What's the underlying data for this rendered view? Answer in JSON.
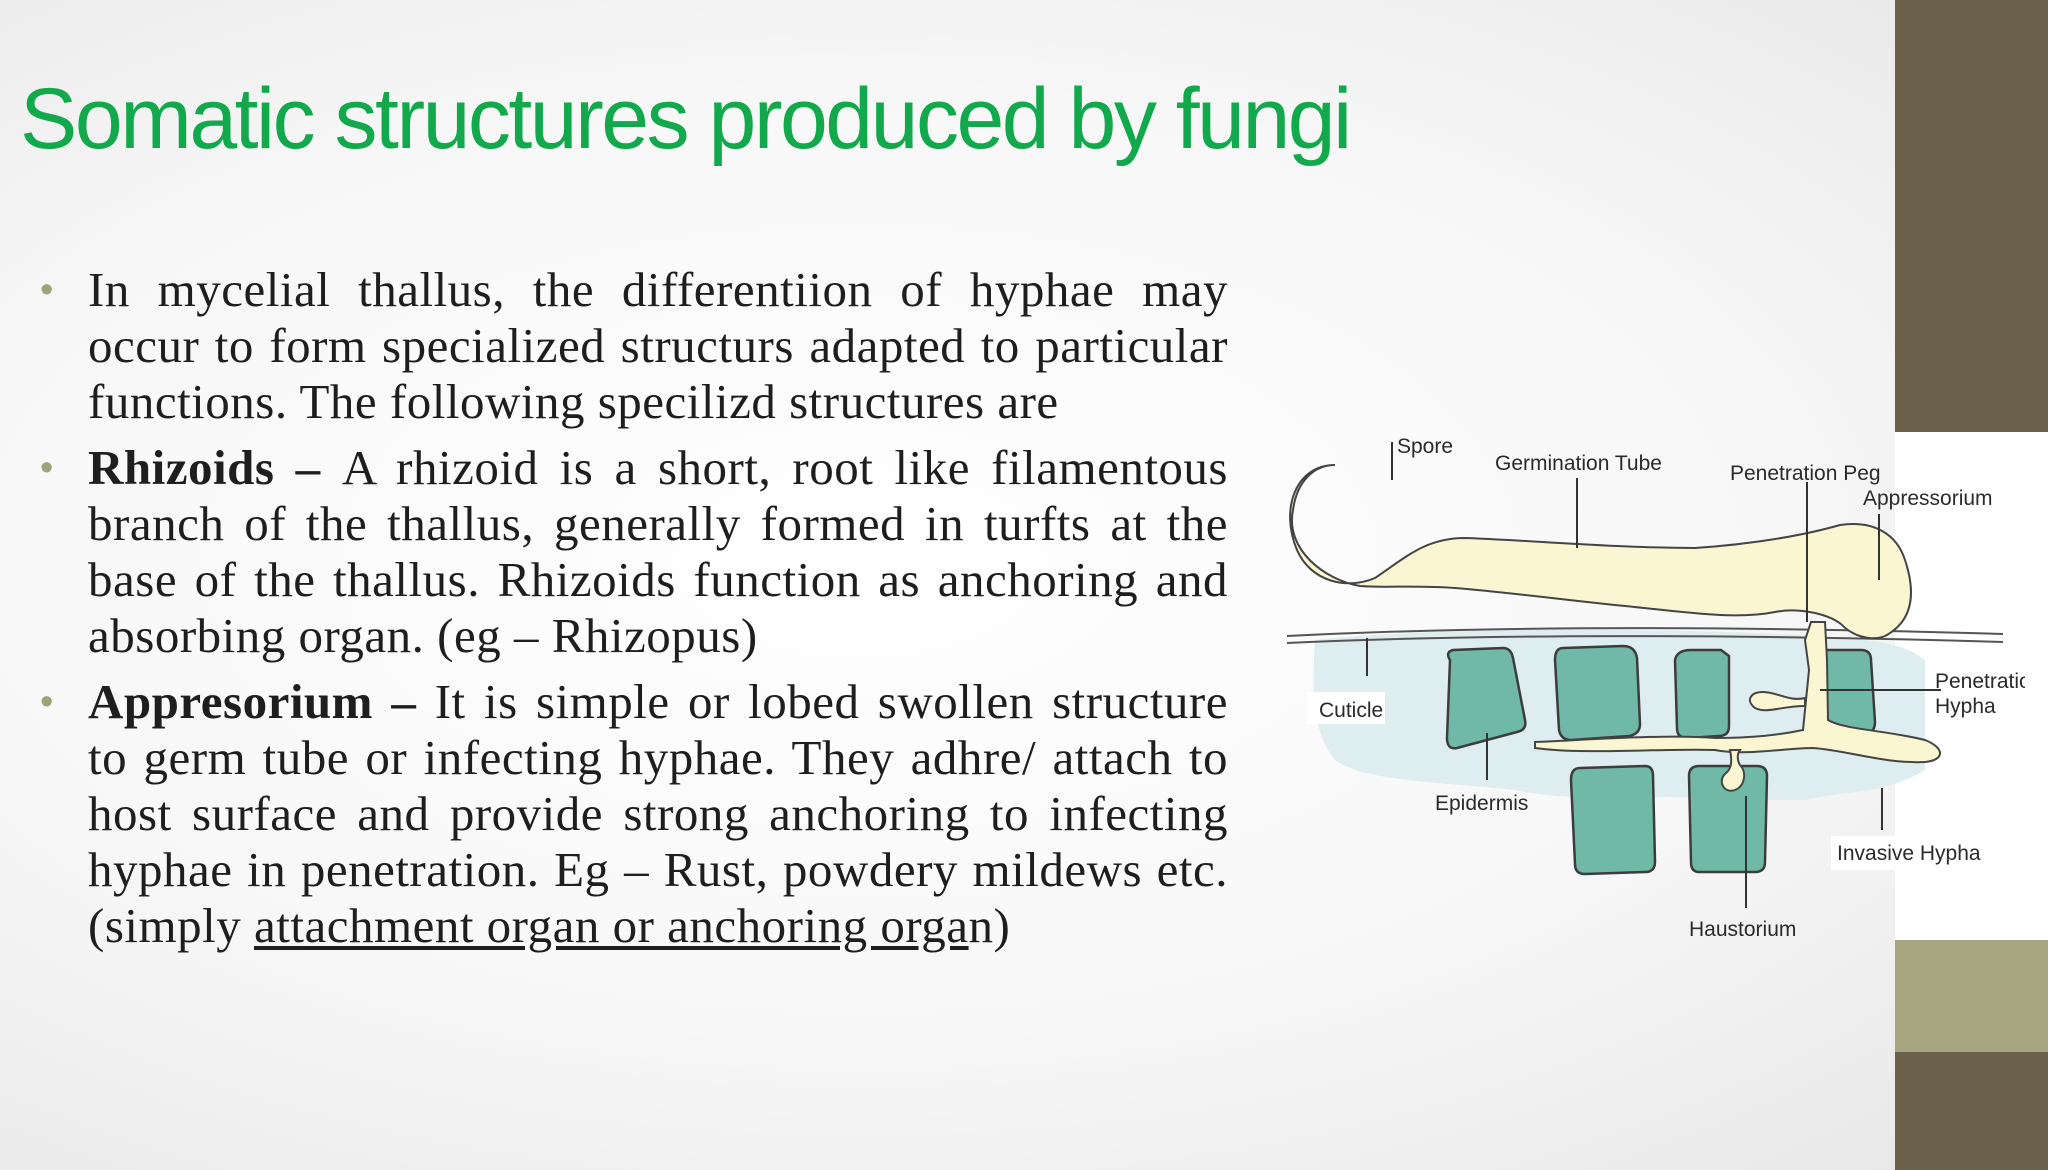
{
  "slide": {
    "title": "Somatic structures produced by fungi",
    "bullets": [
      {
        "text": "In mycelial thallus, the differentiion of hyphae may occur to form specialized structurs adapted to particular functions. The following specilizd structures are"
      },
      {
        "term": "Rhizoids",
        "separator": " – ",
        "text": "A rhizoid is a short, root like filamentous branch of the thallus, generally formed in turfts at the base of the thallus. Rhizoids function as anchoring and absorbing organ. (eg – Rhizopus)"
      },
      {
        "term": "Appresorium",
        "separator": " – ",
        "text": "It is simple or lobed swollen structure to germ tube or infecting hyphae. They adhre/ attach to host surface and provide strong anchoring to infecting hyphae in penetration. Eg – Rust, powdery mildews etc. (simply ",
        "underlined": "attachment organ or anchoring orga",
        "tail": "n)"
      }
    ]
  },
  "diagram": {
    "labels": {
      "spore": "Spore",
      "germination_tube": "Germination Tube",
      "penetration_peg": "Penetration Peg",
      "appressorium": "Appressorium",
      "cuticle": "Cuticle",
      "penetration_hypha_line1": "Penetration",
      "penetration_hypha_line2": "Hypha",
      "epidermis": "Epidermis",
      "invasive_hypha": "Invasive Hypha",
      "haustorium": "Haustorium"
    }
  },
  "colors": {
    "title": "#12a84c",
    "bullet_marker": "#9ea37a",
    "dark_bar": "#6b604a",
    "olive_bar": "#a8a67e",
    "cell_fill": "#6fb9a6",
    "tissue_fill": "#deedef",
    "spore_fill": "#fbf6d2"
  }
}
